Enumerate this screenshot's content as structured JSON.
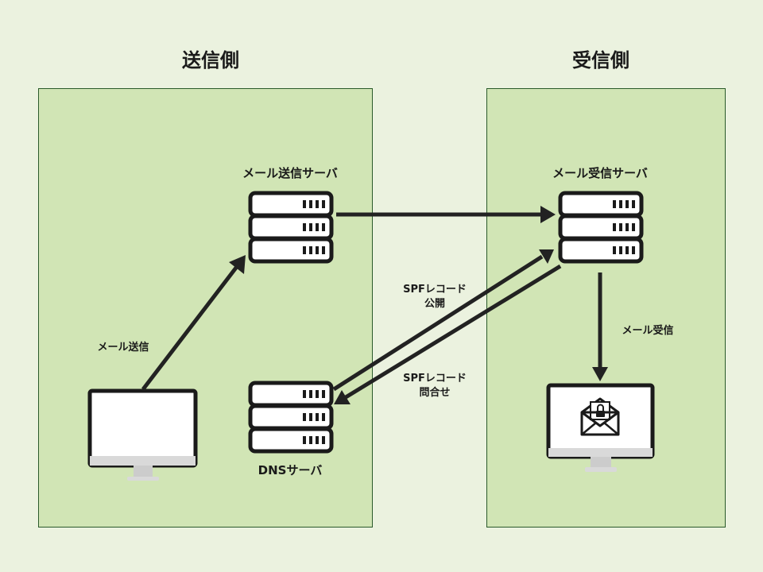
{
  "sender": {
    "title": "送信側",
    "mail_server_label": "メール送信サーバ",
    "dns_server_label": "DNSサーバ",
    "send_label": "メール送信"
  },
  "receiver": {
    "title": "受信側",
    "mail_server_label": "メール受信サーバ",
    "receive_label": "メール受信"
  },
  "spf": {
    "publish_line1": "SPFレコード",
    "publish_line2": "公開",
    "query_line1": "SPFレコード",
    "query_line2": "問合せ"
  },
  "colors": {
    "background": "#ebf2df",
    "panel_fill": "#d1e5b5",
    "panel_border": "#2a5a2a",
    "arrow": "#222222",
    "monitor_stand": "#cccccc"
  },
  "icons": {
    "mail_server": "server-icon",
    "dns_server": "server-icon",
    "sender_pc": "monitor-icon",
    "receiver_pc": "monitor-icon",
    "secure_mail": "locked-envelope-icon"
  }
}
